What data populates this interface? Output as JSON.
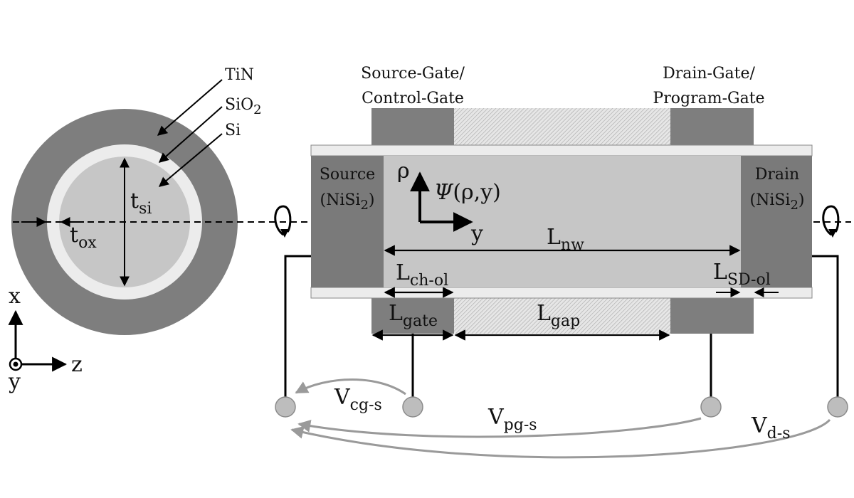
{
  "colors": {
    "gate": "#7e7e7e",
    "oxide": "#ececec",
    "silicon": "#c6c6c6",
    "contact": "#7a7a7a",
    "arrow_gray": "#9a9a9a",
    "terminal": "#bdbdbd"
  },
  "cross_section": {
    "layer_tin": "TiN",
    "layer_sio2_main": "SiO",
    "layer_sio2_sub": "2",
    "layer_si": "Si",
    "tsi_main": "t",
    "tsi_sub": "si",
    "tox_main": "t",
    "tox_sub": "ox",
    "axis_x": "x",
    "axis_y": "y",
    "axis_z": "z"
  },
  "device": {
    "source_gate_line1": "Source-Gate/",
    "source_gate_line2": "Control-Gate",
    "drain_gate_line1": "Drain-Gate/",
    "drain_gate_line2": "Program-Gate",
    "source_line1": "Source",
    "source_line2_pre": "(NiSi",
    "source_line2_sub": "2",
    "source_line2_post": ")",
    "drain_line1": "Drain",
    "drain_line2_pre": "(NiSi",
    "drain_line2_sub": "2",
    "drain_line2_post": ")",
    "rho": "ρ",
    "psi_symbol": "Ψ",
    "psi_args": "(ρ,y)",
    "axis_y": "y",
    "lnw_main": "L",
    "lnw_sub": "nw",
    "lchol_main": "L",
    "lchol_sub": "ch-ol",
    "lsdol_main": "L",
    "lsdol_sub": "SD-ol",
    "lgate_main": "L",
    "lgate_sub": "gate",
    "lgap_main": "L",
    "lgap_sub": "gap"
  },
  "voltages": {
    "vcg_main": "V",
    "vcg_sub": "cg-s",
    "vpg_main": "V",
    "vpg_sub": "pg-s",
    "vd_main": "V",
    "vd_sub": "d-s"
  }
}
